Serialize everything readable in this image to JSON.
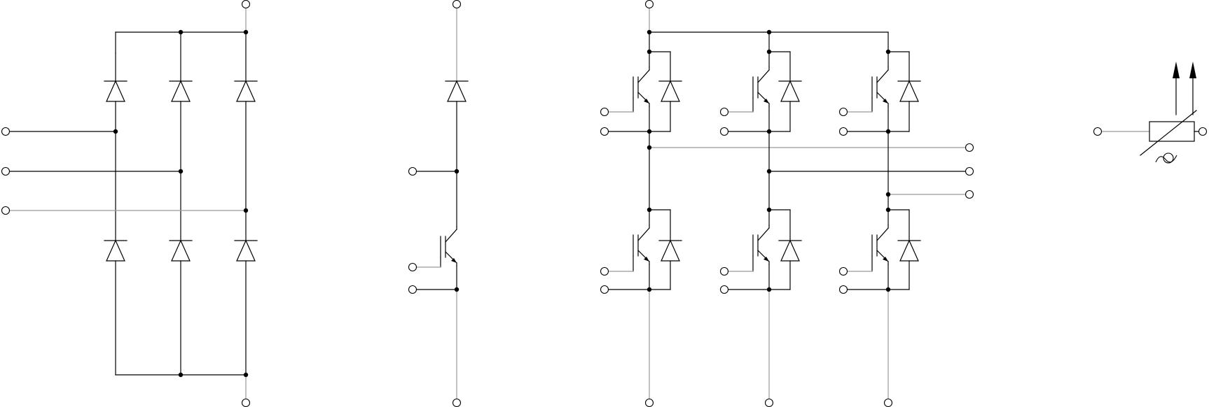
{
  "diagram": {
    "kind": "power-module-schematic",
    "colors": {
      "line": "#000000",
      "faint_line": "#9a9a9a",
      "background": "#ffffff",
      "terminal_fill": "#ffffff"
    },
    "sections": [
      {
        "id": "three-phase-rectifier",
        "components": [
          "diode",
          "diode",
          "diode",
          "diode",
          "diode",
          "diode"
        ],
        "terminals": 5
      },
      {
        "id": "brake-chopper",
        "components": [
          "diode",
          "igbt"
        ],
        "terminals": 5
      },
      {
        "id": "three-phase-inverter",
        "components": [
          "igbt-with-freewheeling-diode",
          "igbt-with-freewheeling-diode",
          "igbt-with-freewheeling-diode",
          "igbt-with-freewheeling-diode",
          "igbt-with-freewheeling-diode",
          "igbt-with-freewheeling-diode"
        ],
        "terminals": 19
      },
      {
        "id": "ntc-thermistor",
        "components": [
          "thermistor"
        ],
        "terminals": 2
      }
    ],
    "icons": [
      "terminal-icon",
      "junction-dot-icon",
      "diode-icon",
      "igbt-icon",
      "thermistor-icon",
      "temperature-arrow-icon"
    ]
  }
}
